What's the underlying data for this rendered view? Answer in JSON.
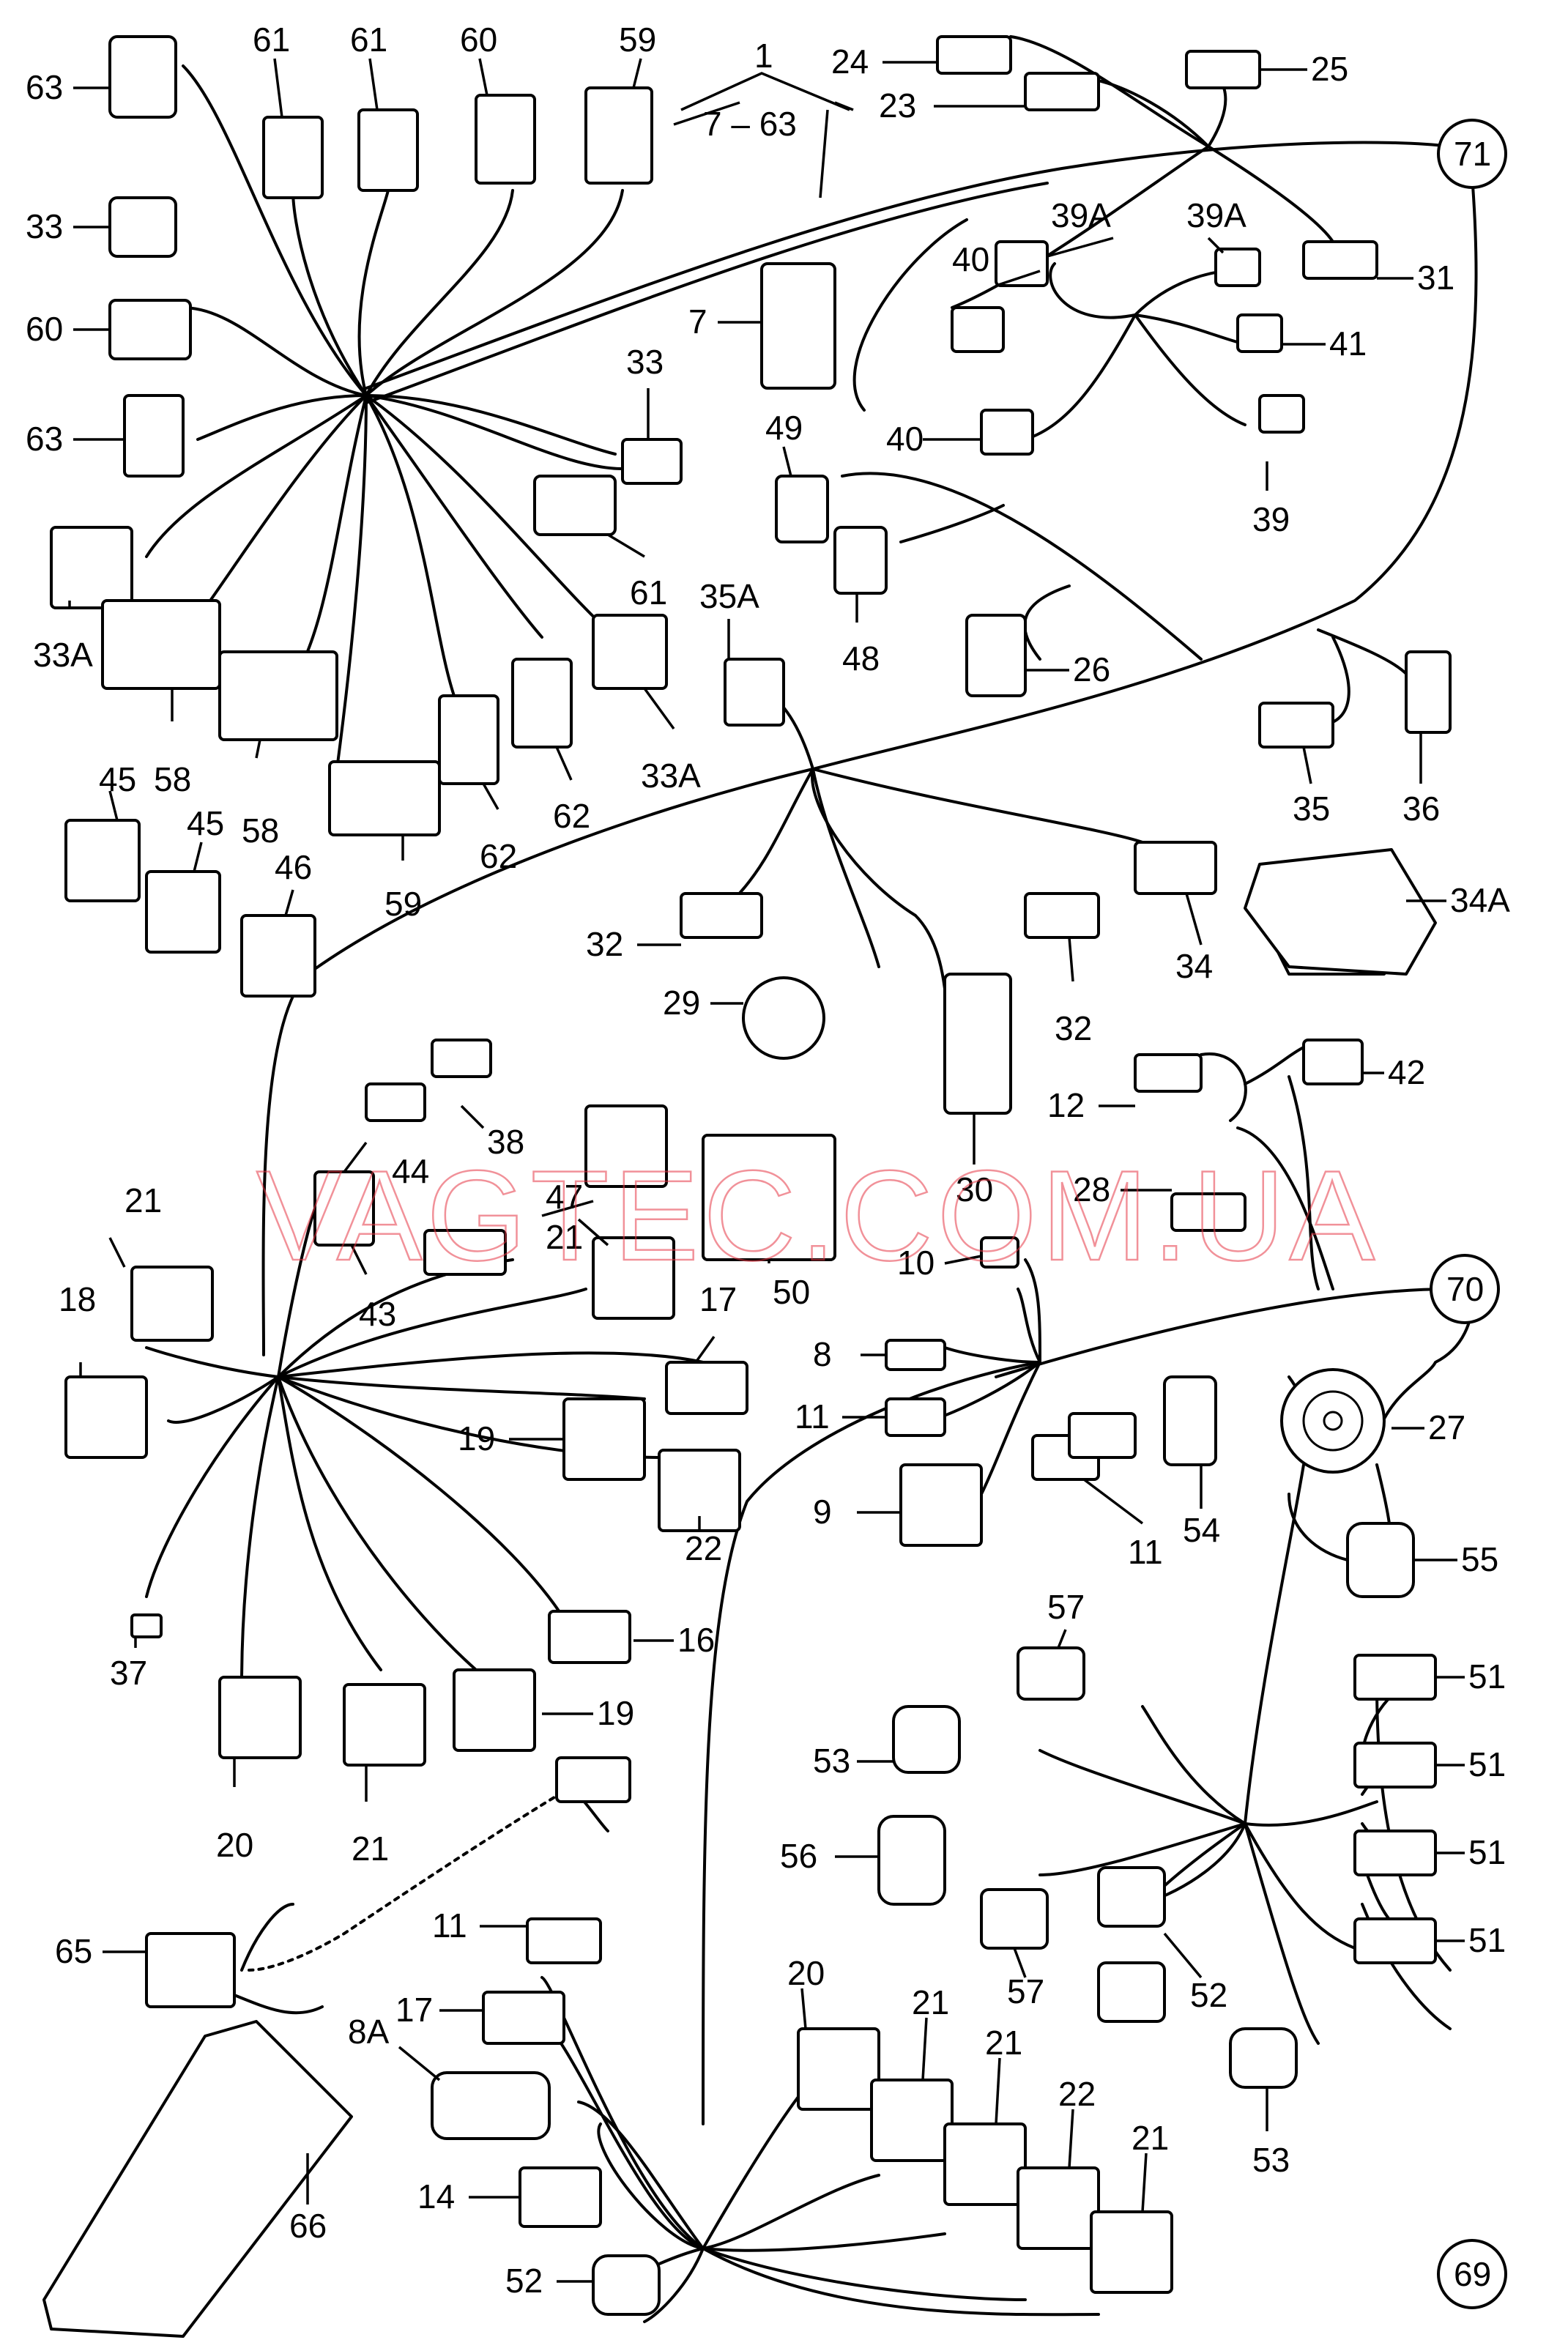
{
  "watermark": "VAGTEC.COM.UA",
  "group": {
    "label": "1",
    "range": "7 – 63"
  },
  "callouts": [
    {
      "id": "c71",
      "label": "71"
    },
    {
      "id": "c70",
      "label": "70"
    },
    {
      "id": "c69",
      "label": "69"
    }
  ],
  "labels": [
    "63",
    "61",
    "61",
    "60",
    "59",
    "24",
    "23",
    "25",
    "33",
    "60",
    "63",
    "33A",
    "58",
    "58",
    "59",
    "62",
    "62",
    "33A",
    "61",
    "33",
    "7",
    "40",
    "39A",
    "39A",
    "31",
    "41",
    "40",
    "39",
    "49",
    "48",
    "26",
    "35A",
    "35",
    "36",
    "34",
    "34A",
    "32",
    "32",
    "29",
    "30",
    "12",
    "42",
    "28",
    "10",
    "45",
    "45",
    "46",
    "38",
    "44",
    "47",
    "43",
    "21",
    "50",
    "21",
    "18",
    "17",
    "19",
    "22",
    "16",
    "37",
    "20",
    "21",
    "19",
    "8",
    "11",
    "9",
    "11",
    "54",
    "27",
    "55",
    "57",
    "53",
    "56",
    "57",
    "52",
    "51",
    "51",
    "51",
    "51",
    "53",
    "11",
    "17",
    "8A",
    "14",
    "52",
    "20",
    "21",
    "21",
    "22",
    "21",
    "65",
    "66"
  ]
}
